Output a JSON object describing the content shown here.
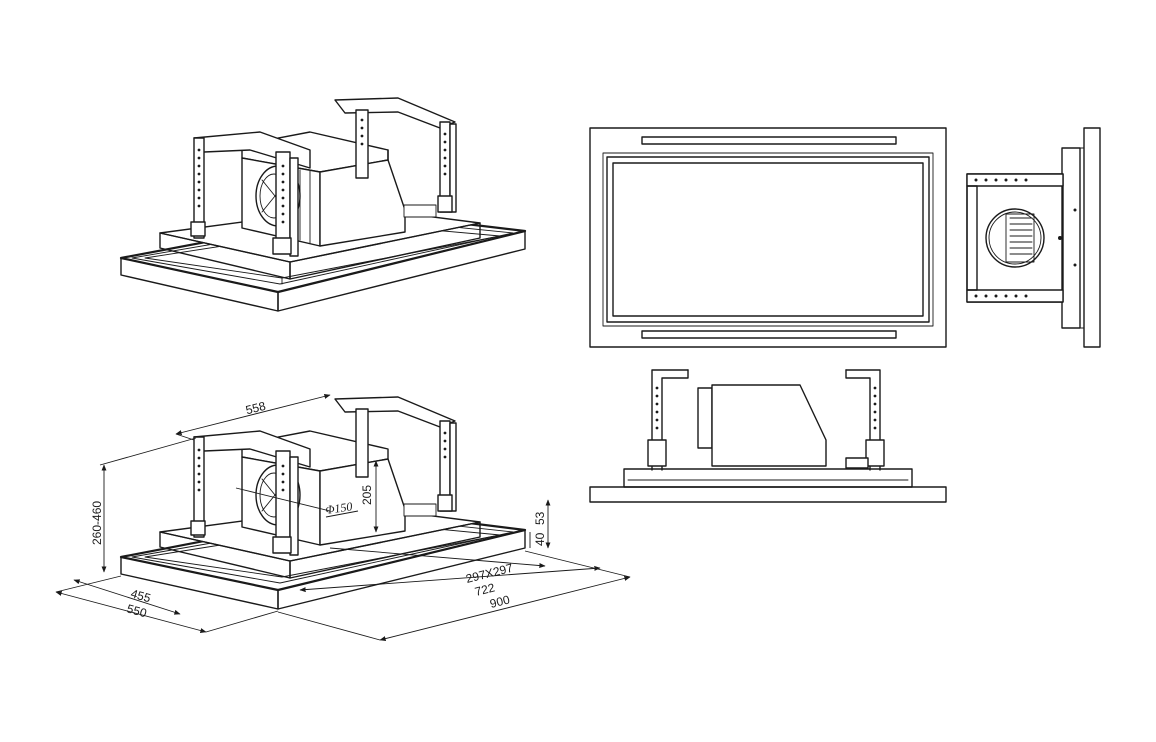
{
  "dimensions": {
    "width_top": "558",
    "height_range": "260-460",
    "body_height": "205",
    "duct_diameter": "Φ150",
    "frame_height": "53",
    "panel_height": "40",
    "filter_size": "297X297",
    "inner_length": "722",
    "outer_length": "900",
    "inner_width": "455",
    "outer_width": "550"
  },
  "views": [
    "isometric-view",
    "dimensioned-isometric-view",
    "top-view",
    "side-view",
    "front-view"
  ]
}
